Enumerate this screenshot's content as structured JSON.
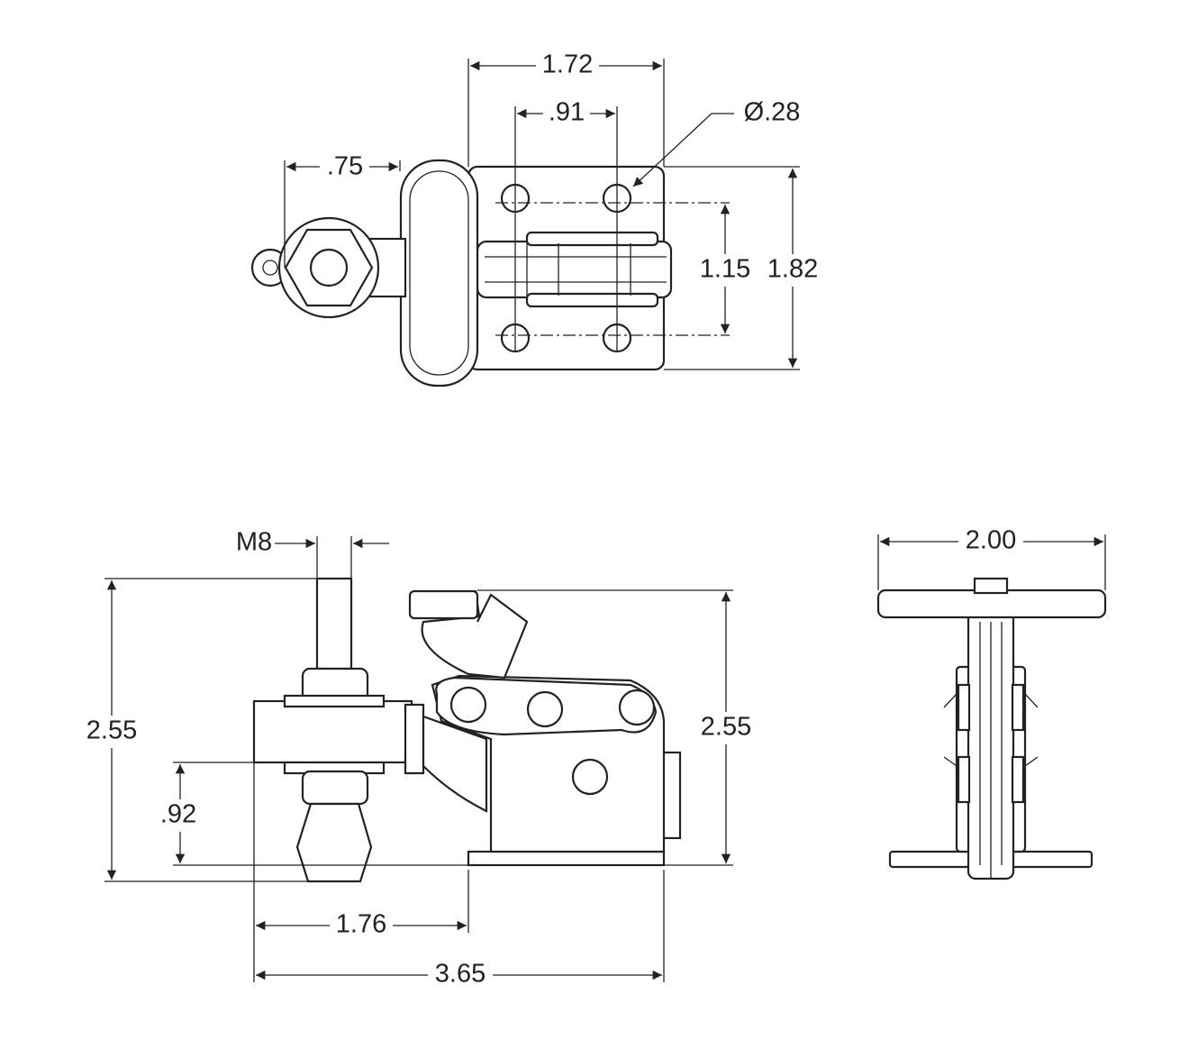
{
  "drawing": {
    "top_view": {
      "overall_width": "1.72",
      "hole_spacing_x": ".91",
      "hole_diameter": "Ø.28",
      "spindle_offset": ".75",
      "hole_spacing_y": "1.15",
      "overall_depth": "1.82"
    },
    "front_view": {
      "thread": "M8",
      "overall_height_left": "2.55",
      "overall_height_right": "2.55",
      "spindle_height": ".92",
      "reach": "1.76",
      "overall_length": "3.65"
    },
    "side_view": {
      "handle_width": "2.00"
    }
  }
}
